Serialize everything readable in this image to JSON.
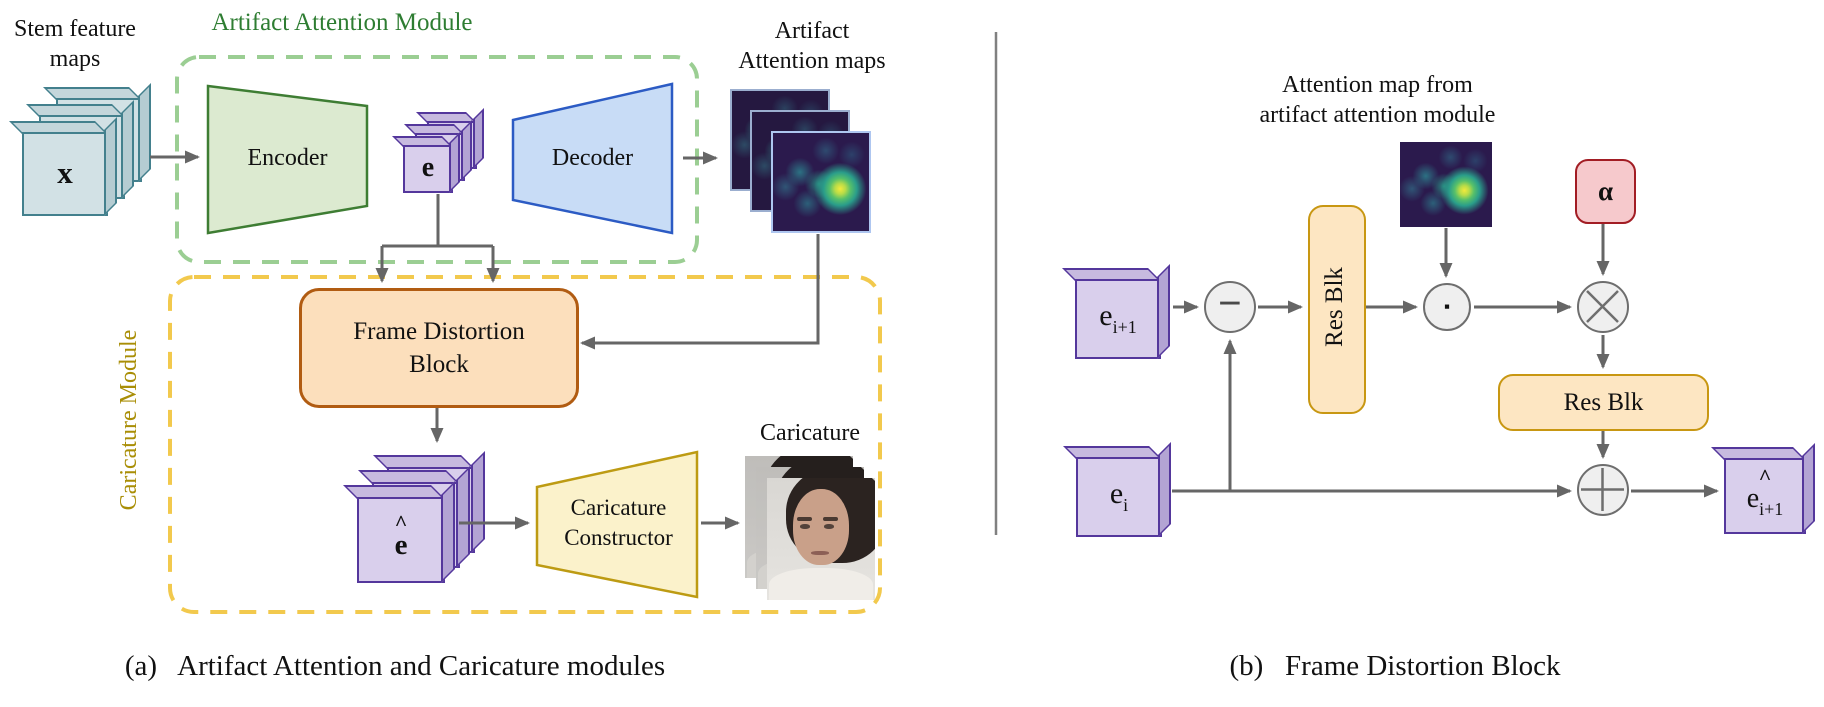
{
  "colors": {
    "ink": "#111111",
    "arrow": "#666666",
    "green_title": "#2e7d32",
    "green_dash": "#9bce93",
    "encoder_fill": "#dcead0",
    "encoder_border": "#3e7d33",
    "decoder_fill": "#c8dcf6",
    "decoder_border": "#2c5bc4",
    "purple_fill": "#d9cfec",
    "purple_border": "#54379c",
    "purple_side": "#b3a4d4",
    "purple_top": "#c7badf",
    "stem_fill": "#d2e1e5",
    "stem_border": "#43808d",
    "stem_side": "#b5ccd2",
    "stem_top": "#c4d6db",
    "map_border": "#aec6f0",
    "heat_bg": "#2b1a4d",
    "fdb_fill": "#fcdfbc",
    "fdb_border": "#b15c12",
    "yellow_dash": "#f2c94d",
    "yellow_title": "#a98e06",
    "cc_fill": "#fbf2cb",
    "cc_border": "#bd9b13",
    "alpha_fill": "#f6c9cc",
    "alpha_border": "#a21d24",
    "res_fill": "#fde6c2",
    "res_border": "#c89712",
    "circle_fill": "#efefef",
    "circle_border": "#6e6e6e",
    "divider": "#808080"
  },
  "panel_a": {
    "caption": "(a)   Artifact Attention and Caricature modules",
    "stem_label_lines": [
      "Stem feature",
      "maps"
    ],
    "stem_tensor_symbol": "x",
    "green_module_title": "Artifact Attention Module",
    "encoder_label": "Encoder",
    "embedding_symbol": "e",
    "decoder_label": "Decoder",
    "attention_maps_label_lines": [
      "Artifact",
      "Attention maps"
    ],
    "yellow_module_title": "Caricature Module",
    "frame_distortion_label": "Frame Distortion Block",
    "embedding_hat_symbol": "e",
    "hat_accent": "^",
    "constructor_label_lines": [
      "Caricature",
      "Constructor"
    ],
    "caricature_label": "Caricature"
  },
  "panel_b": {
    "caption": "(b)   Frame Distortion Block",
    "attention_note_lines": [
      "Attention map from",
      "artifact attention module"
    ],
    "alpha_symbol": "α",
    "res_blk_vertical_label": "Res Blk",
    "res_blk_horizontal_label": "Res Blk",
    "e_next": {
      "base": "e",
      "sub": "i+1"
    },
    "e_current": {
      "base": "e",
      "sub": "i"
    },
    "e_output": {
      "base": "e",
      "sub": "i+1",
      "hat": "^"
    },
    "ops": {
      "subtract": "−",
      "elementwise_product": "▪"
    },
    "icons": {
      "multiply": "circle-cross",
      "add": "circle-plus"
    }
  }
}
